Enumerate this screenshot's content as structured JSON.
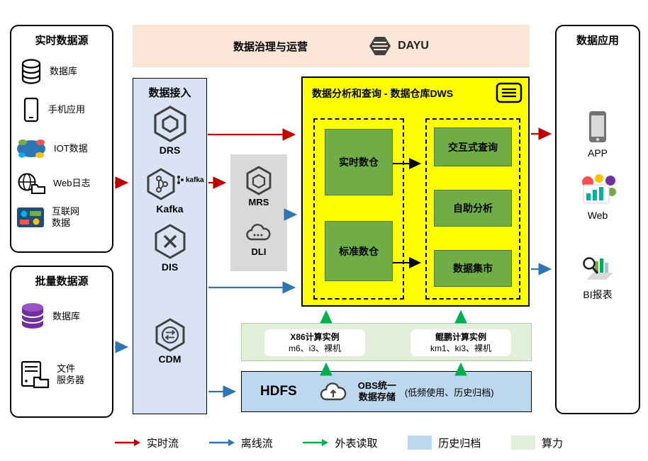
{
  "colors": {
    "realtime_flow": "#c00000",
    "offline_flow": "#2e75b6",
    "external_read": "#00b050",
    "history_archive": "#bdd7ee",
    "compute_power": "#e2efda",
    "dws_bg": "#ffff00",
    "warehouse_green": "#70ad47",
    "ingestion_bg": "#dae3f3",
    "governance_bg": "#fbe5d6",
    "processing_bg": "#d9d9d9"
  },
  "realtime_sources": {
    "title": "实时数据源",
    "items": [
      {
        "label": "数据库",
        "icon": "database-icon"
      },
      {
        "label": "手机应用",
        "icon": "mobile-phone-icon"
      },
      {
        "label": "IOT数据",
        "icon": "iot-wordcloud-icon"
      },
      {
        "label": "Web日志",
        "icon": "globe-folder-icon"
      },
      {
        "label": "互联网\n数据",
        "icon": "internet-data-icon"
      }
    ]
  },
  "batch_sources": {
    "title": "批量数据源",
    "items": [
      {
        "label": "数据库",
        "icon": "purple-database-icon"
      },
      {
        "label": "文件\n服务器",
        "icon": "file-server-icon"
      }
    ]
  },
  "governance": {
    "title": "数据治理与运营",
    "logo_text": "DAYU"
  },
  "ingestion": {
    "title": "数据接入",
    "items": [
      {
        "label": "DRS"
      },
      {
        "label": "Kafka",
        "side_text": "kafka"
      },
      {
        "label": "DIS"
      },
      {
        "label": "CDM"
      }
    ]
  },
  "processing": {
    "items": [
      {
        "label": "MRS"
      },
      {
        "label": "DLI"
      }
    ]
  },
  "dws": {
    "title": "数据分析和查询 - 数据仓库DWS",
    "left_items": [
      {
        "label": "实时数仓"
      },
      {
        "label": "标准数仓"
      }
    ],
    "right_items": [
      {
        "label": "交互式查询"
      },
      {
        "label": "自助分析"
      },
      {
        "label": "数据集市"
      }
    ]
  },
  "compute": {
    "instances": [
      {
        "title": "X86计算实例",
        "subtitle": "m6、i3、裸机"
      },
      {
        "title": "鲲鹏计算实例",
        "subtitle": "km1、ki3、裸机"
      }
    ]
  },
  "storage": {
    "title": "HDFS",
    "obs_label": "OBS统一\n数据存储",
    "obs_note": "(低频使用、历史归档)"
  },
  "applications": {
    "title": "数据应用",
    "items": [
      {
        "label": "APP"
      },
      {
        "label": "Web"
      },
      {
        "label": "BI报表"
      }
    ]
  },
  "legend": {
    "items": [
      {
        "label": "实时流",
        "type": "arrow",
        "color": "#c00000"
      },
      {
        "label": "离线流",
        "type": "arrow",
        "color": "#2e75b6"
      },
      {
        "label": "外表读取",
        "type": "arrow",
        "color": "#00b050"
      },
      {
        "label": "历史归档",
        "type": "swatch",
        "color": "#bdd7ee"
      },
      {
        "label": "算力",
        "type": "swatch",
        "color": "#e2efda"
      }
    ]
  }
}
